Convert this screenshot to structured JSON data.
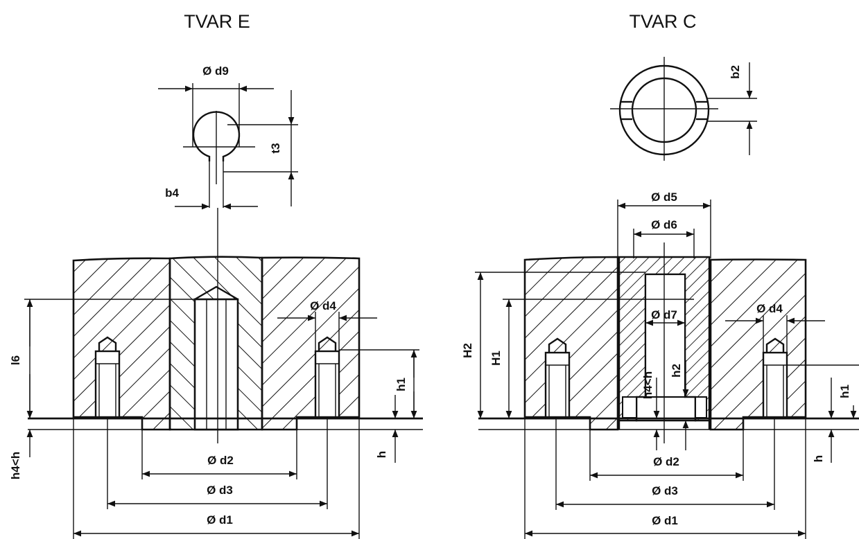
{
  "titles": {
    "left": "TVAR E",
    "right": "TVAR C"
  },
  "labels": {
    "left": {
      "d9": "Ø d9",
      "t3": "t3",
      "b4": "b4",
      "l6": "l6",
      "d4": "Ø d4",
      "h1": "h1",
      "h": "h",
      "h4h": "h4<h",
      "d2": "Ø d2",
      "d3": "Ø d3",
      "d1": "Ø d1"
    },
    "right": {
      "b2": "b2",
      "d5": "Ø d5",
      "d6": "Ø d6",
      "d7": "Ø d7",
      "H2": "H2",
      "H1": "H1",
      "h2": "h2",
      "h4h": "h4<h",
      "d4": "Ø d4",
      "h1": "h1",
      "h": "h",
      "d2": "Ø d2",
      "d3": "Ø d3",
      "d1": "Ø d1"
    }
  },
  "colors": {
    "ink": "#111111",
    "paper": "#ffffff"
  }
}
